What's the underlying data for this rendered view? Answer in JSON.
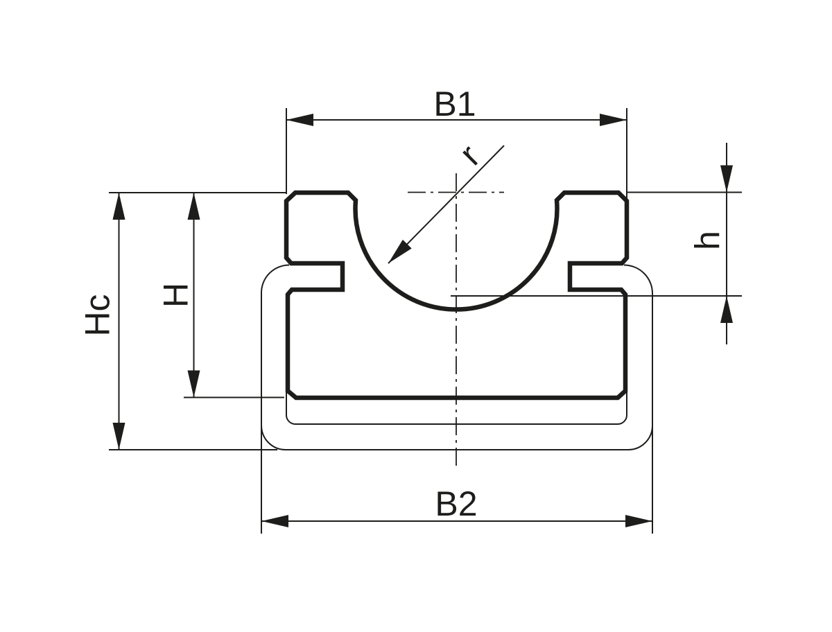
{
  "drawing": {
    "background_color": "#ffffff",
    "line_color": "#1d1d1b",
    "dimension_labels": {
      "top_width": "B1",
      "bottom_width": "B2",
      "total_height": "Hc",
      "profile_height": "H",
      "groove_depth": "h",
      "groove_radius": "r"
    }
  }
}
